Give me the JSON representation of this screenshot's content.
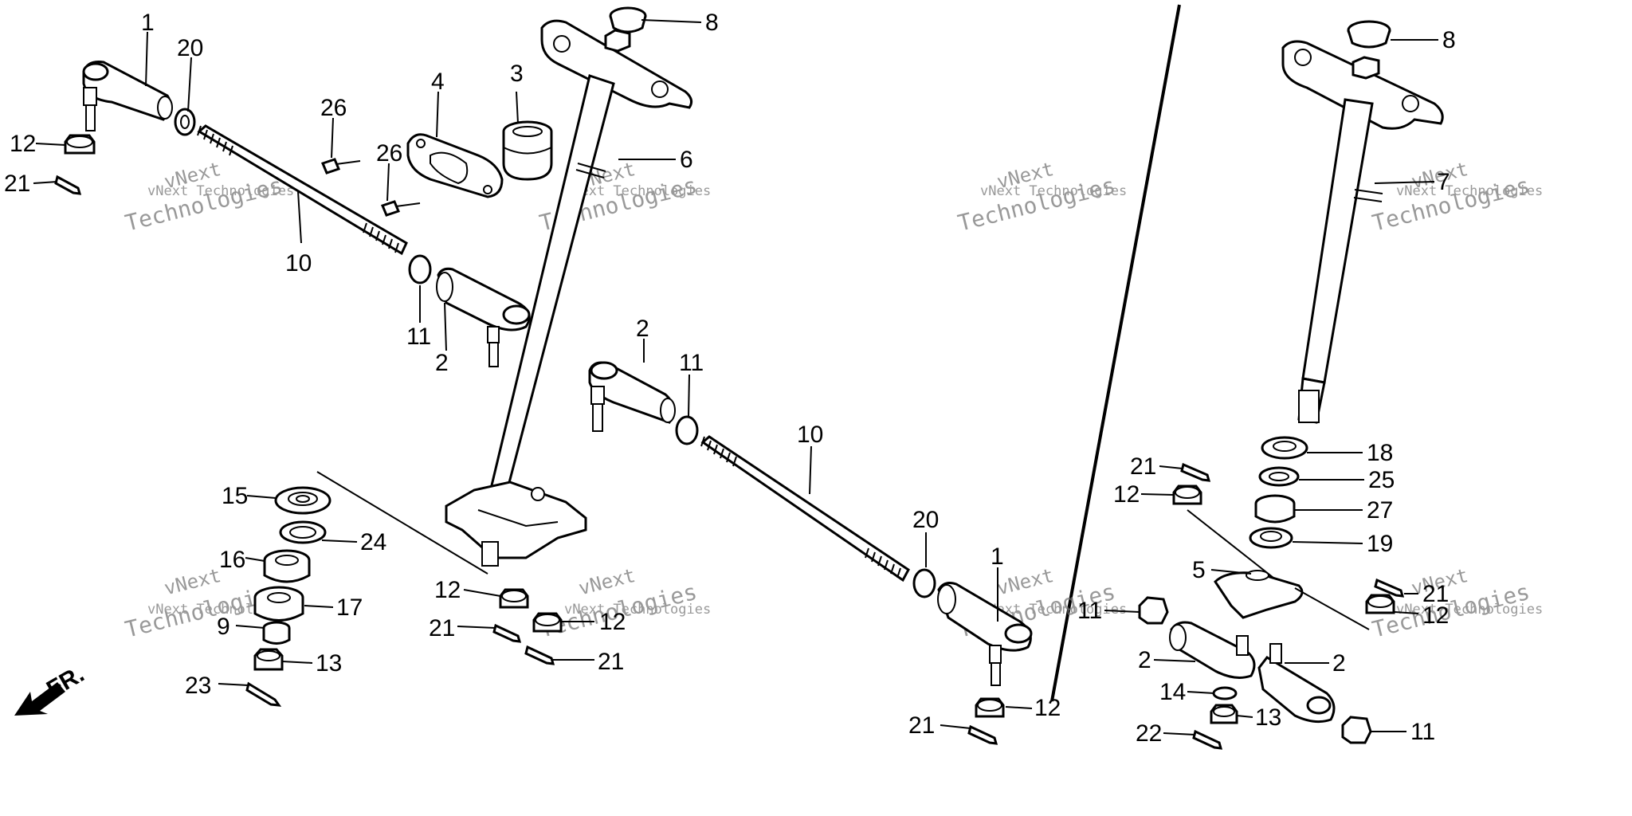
{
  "diagram": {
    "watermark_a": "vNext Technologies",
    "watermark_b": "Technologies",
    "watermark_c": "vNext",
    "front_arrow_label": "FR."
  },
  "callouts": {
    "c1a": "1",
    "c20a": "20",
    "c12a": "12",
    "c21a": "21",
    "c10a": "10",
    "c26a": "26",
    "c26b": "26",
    "c4": "4",
    "c3": "3",
    "c8a": "8",
    "c6": "6",
    "c11a": "11",
    "c2a": "2",
    "c15": "15",
    "c24": "24",
    "c16": "16",
    "c17": "17",
    "c9": "9",
    "c13a": "13",
    "c23": "23",
    "c12b": "12",
    "c21b": "21",
    "c12c": "12",
    "c21c": "21",
    "c2b": "2",
    "c11b": "11",
    "c10b": "10",
    "c20b": "20",
    "c1b": "1",
    "c11c": "11",
    "c12d": "12",
    "c21d": "21",
    "c8b": "8",
    "c7": "7",
    "c18": "18",
    "c25": "25",
    "c21e": "21",
    "c12e": "12",
    "c27": "27",
    "c19": "19",
    "c5": "5",
    "c21f": "21",
    "c12f": "12",
    "c2c": "2",
    "c2d": "2",
    "c14": "14",
    "c13b": "13",
    "c22": "22",
    "c11d": "11"
  }
}
